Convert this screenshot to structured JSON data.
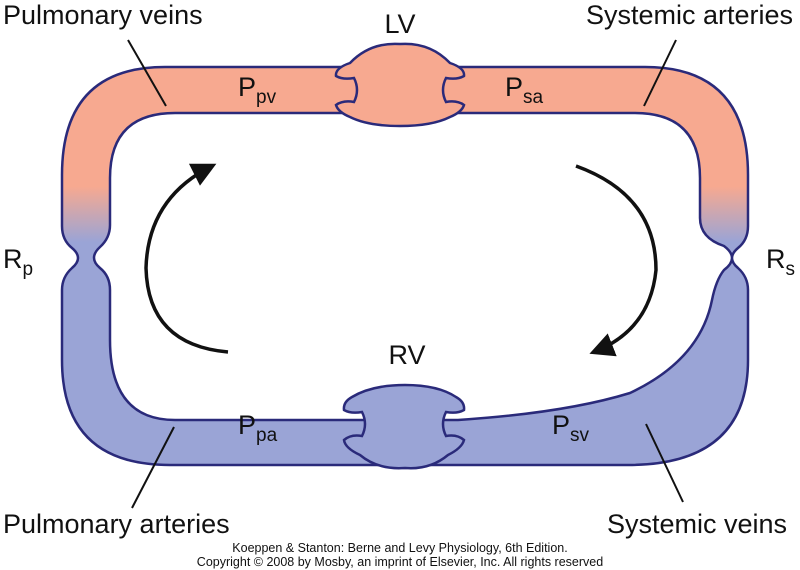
{
  "labels": {
    "pulmonary_veins": "Pulmonary veins",
    "systemic_arteries": "Systemic arteries",
    "pulmonary_arteries": "Pulmonary arteries",
    "systemic_veins": "Systemic veins",
    "lv": "LV",
    "rv": "RV"
  },
  "resistances": {
    "rp": {
      "main": "R",
      "sub": "p"
    },
    "rs": {
      "main": "R",
      "sub": "s"
    }
  },
  "pressures": {
    "ppv": {
      "main": "P",
      "sub": "pv"
    },
    "psa": {
      "main": "P",
      "sub": "sa"
    },
    "ppa": {
      "main": "P",
      "sub": "pa"
    },
    "psv": {
      "main": "P",
      "sub": "sv"
    }
  },
  "credit": {
    "line1": "Koeppen & Stanton: Berne and Levy Physiology, 6th Edition.",
    "line2": "Copyright © 2008 by Mosby, an imprint of Elsevier, Inc. All rights reserved"
  },
  "colors": {
    "arterial": "#f7a990",
    "venous": "#9aa4d6",
    "outline": "#2a2a7a"
  }
}
